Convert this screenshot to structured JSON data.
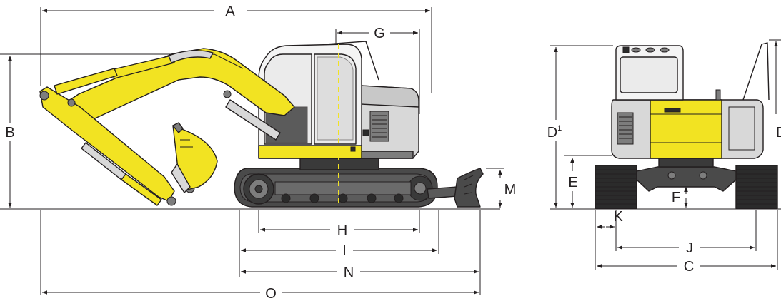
{
  "labels": {
    "A": "A",
    "B": "B",
    "C": "C",
    "D": "D",
    "D1": "D",
    "D1_sup": "1",
    "E": "E",
    "F": "F",
    "G": "G",
    "H": "H",
    "I": "I",
    "J": "J",
    "K": "K",
    "M": "M",
    "N": "N",
    "O": "O"
  },
  "colors": {
    "machine_yellow": "#f2e322",
    "yellow_shade": "#d9c71a",
    "body_gray": "#d8d8d8",
    "dark_gray": "#7d7d7d",
    "track_dark": "#4a4a4a",
    "track_black": "#2b2b2b",
    "cab_white": "#f4f4f4",
    "glass": "#ebebeb",
    "line": "#231f20",
    "centerline": "#f2e322"
  }
}
